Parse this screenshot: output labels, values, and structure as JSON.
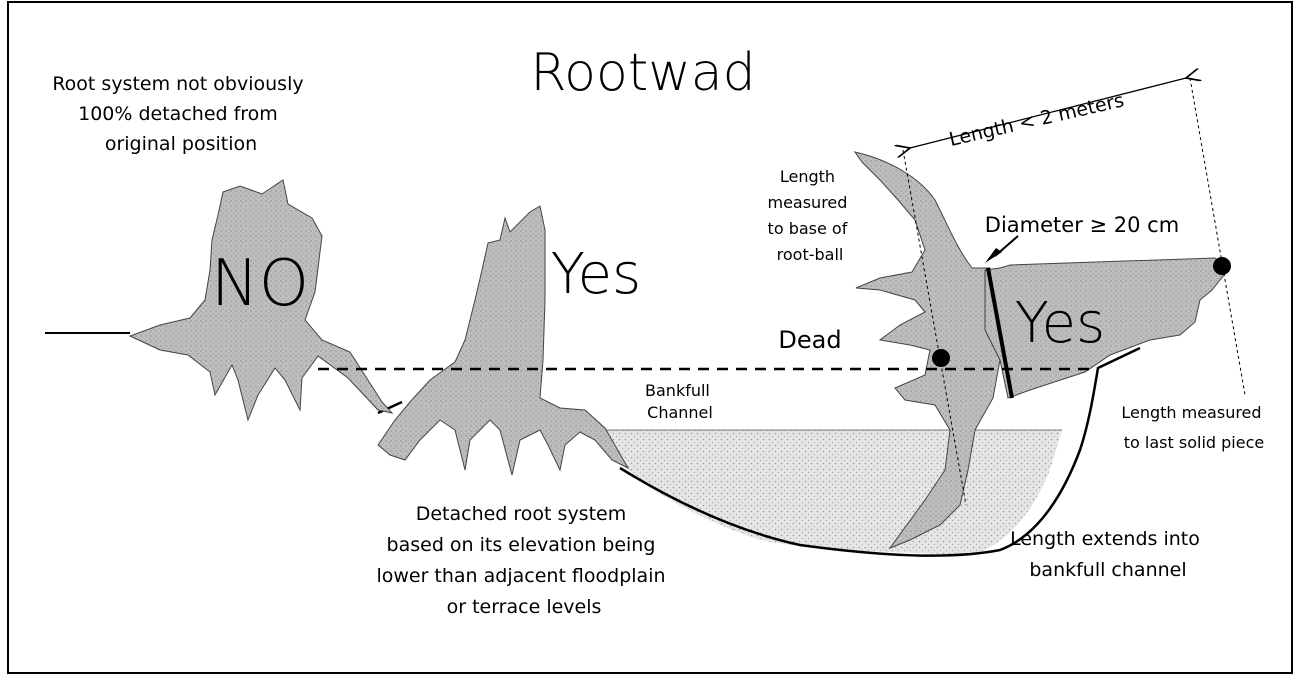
{
  "title": "Rootwad",
  "labels": {
    "not_detached": [
      "Root system not obviously",
      "100% detached from",
      "original position"
    ],
    "no": "NO",
    "yes_left": "Yes",
    "yes_right": "Yes",
    "dead": "Dead",
    "bankfull_channel": [
      "Bankfull",
      "Channel"
    ],
    "length_measured_base": [
      "Length",
      "measured",
      "to base of",
      "root-ball"
    ],
    "length_lt": "Length < 2 meters",
    "diameter": "Diameter ≥ 20 cm",
    "length_last_piece": [
      "Length measured",
      "to last solid piece"
    ],
    "detached_root_system": [
      "Detached root system",
      "based on its elevation being",
      "lower than adjacent floodplain",
      "or terrace levels"
    ],
    "length_extends": [
      "Length extends into",
      "bankfull channel"
    ]
  },
  "colors": {
    "wood_fill": "#b8b8b8",
    "wood_light": "#cfcfcf",
    "water_fill": "#e4e4e4",
    "line": "#000000"
  }
}
